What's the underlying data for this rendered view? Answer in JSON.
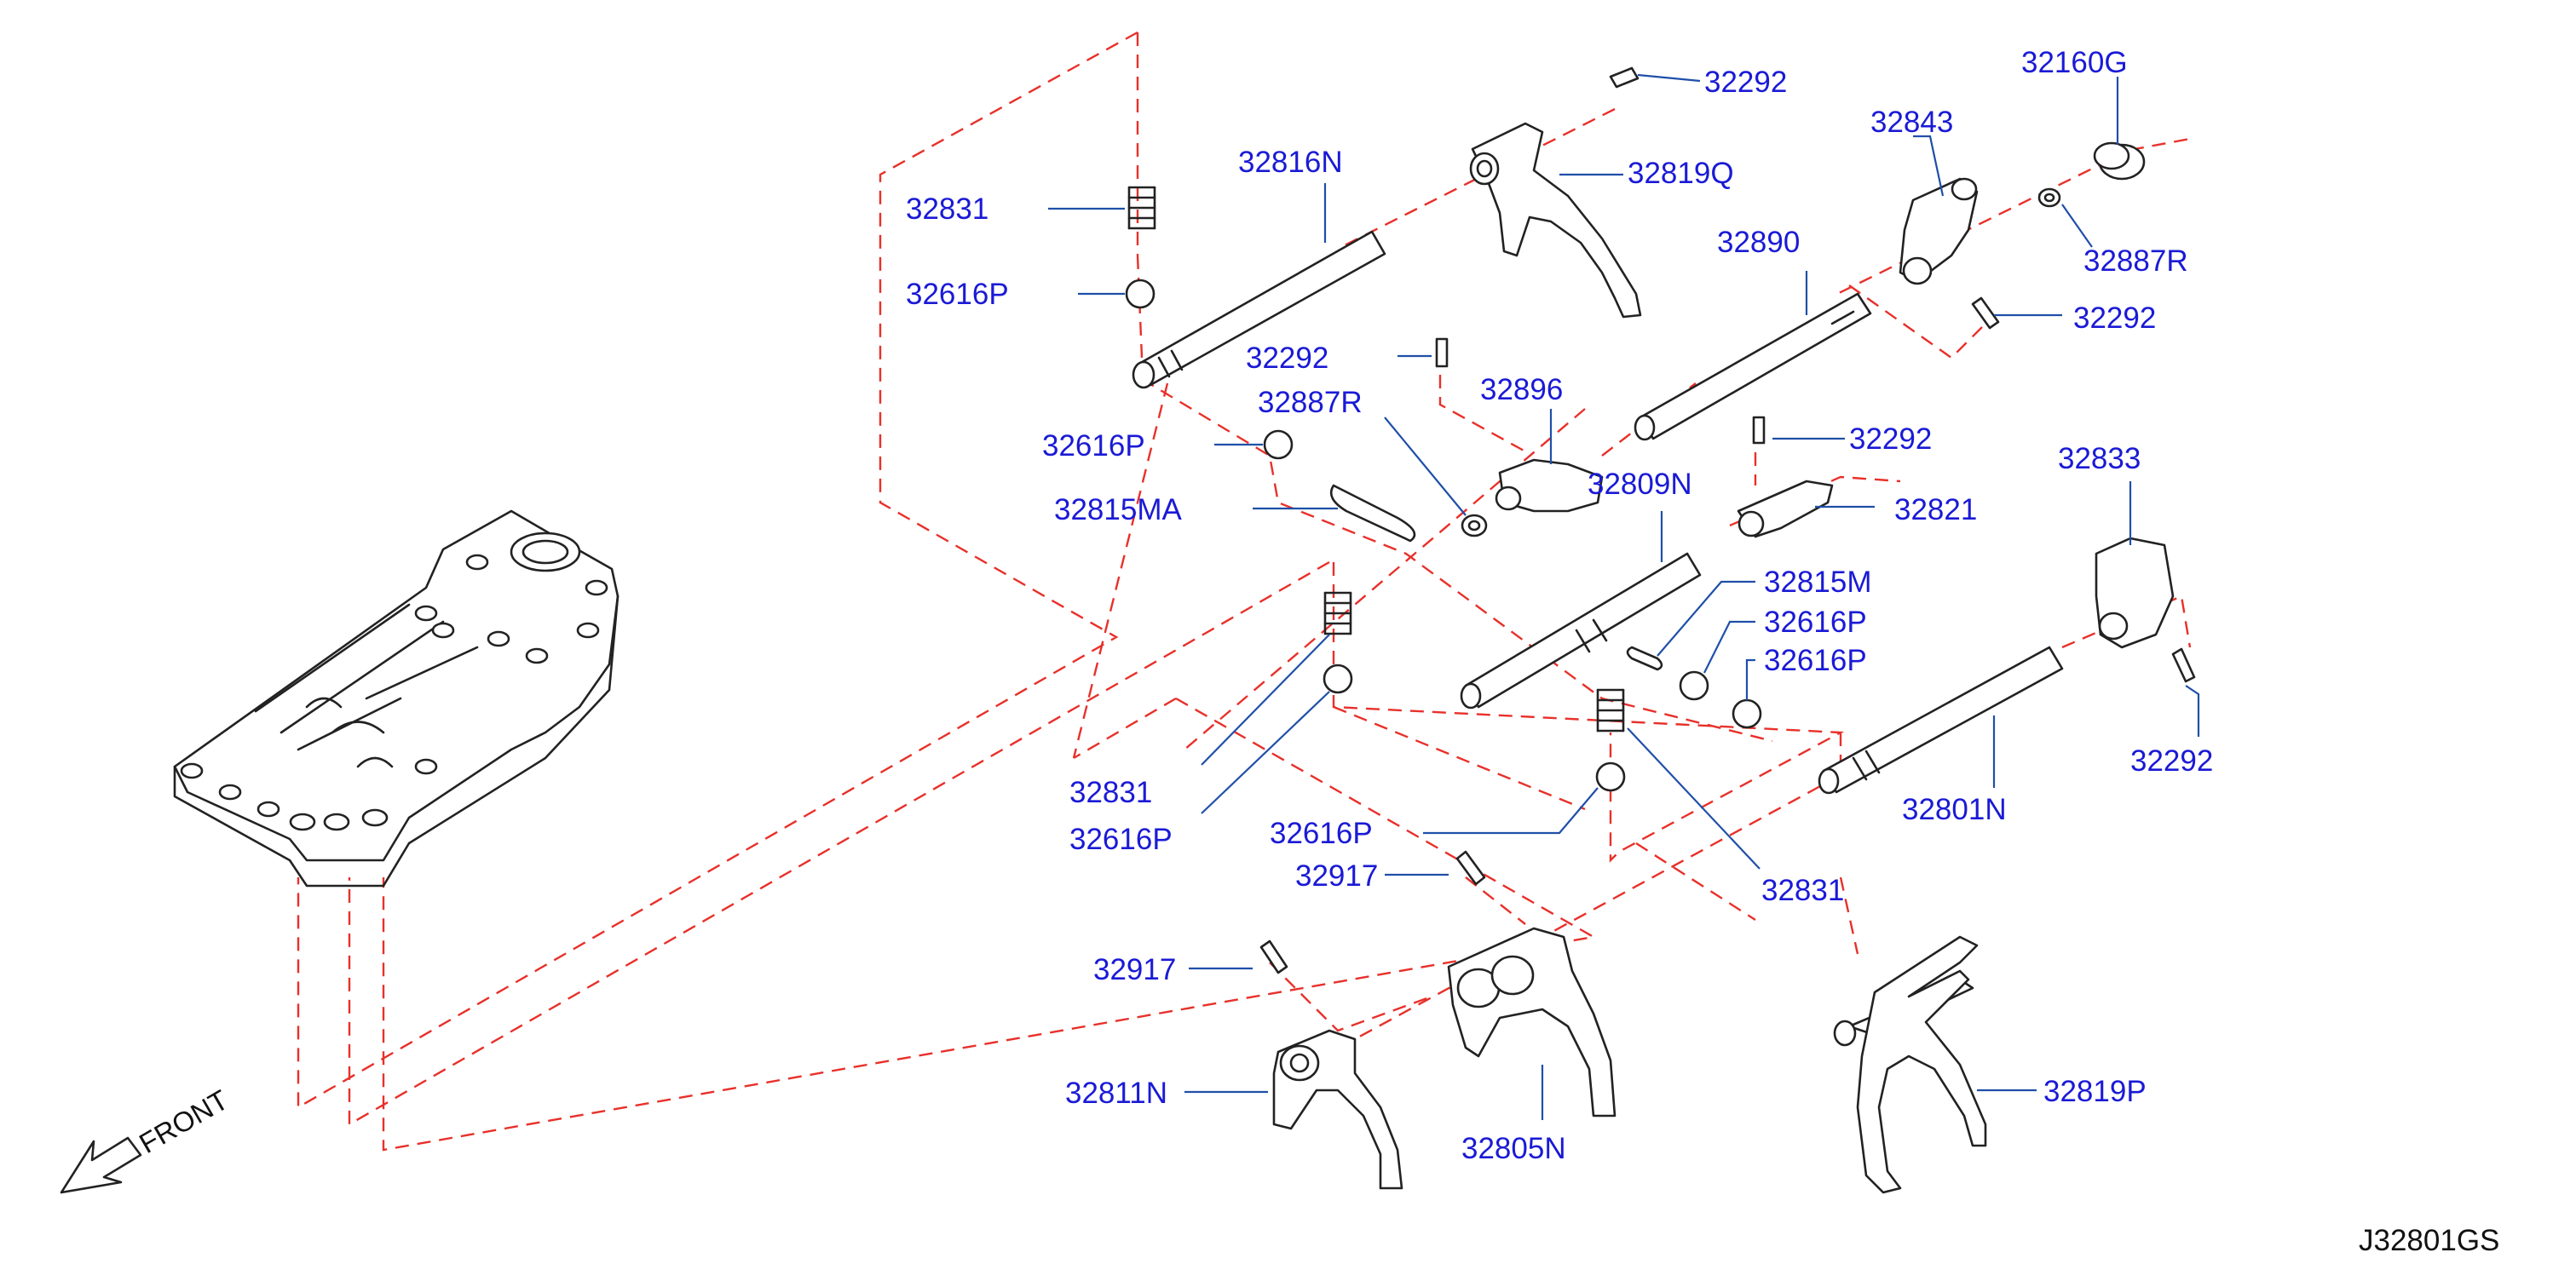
{
  "colors": {
    "label": "#1a1ad6",
    "leader": "#1f4fa8",
    "dashed_line": "#e8302a",
    "outline": "#222222"
  },
  "labels": {
    "p32292_a": "32292",
    "p32160G": "32160G",
    "p32843": "32843",
    "p32816N": "32816N",
    "p32819Q": "32819Q",
    "p32831_a": "32831",
    "p32887R_a": "32887R",
    "p32890": "32890",
    "p32616P_a": "32616P",
    "p32292_b": "32292",
    "p32292_c": "32292",
    "p32896": "32896",
    "p32887R_b": "32887R",
    "p32292_d": "32292",
    "p32616P_b": "32616P",
    "p32833": "32833",
    "p32809N": "32809N",
    "p32821": "32821",
    "p32815MA": "32815MA",
    "p32815M": "32815M",
    "p32616P_c": "32616P",
    "p32616P_d": "32616P",
    "p32292_e": "32292",
    "p32831_b": "32831",
    "p32616P_e": "32616P",
    "p32801N": "32801N",
    "p32616P_f": "32616P",
    "p32917_a": "32917",
    "p32831_c": "32831",
    "p32917_b": "32917",
    "p32811N": "32811N",
    "p32819P": "32819P",
    "p32805N": "32805N"
  },
  "front_label": "FRONT",
  "reference_code": "J32801GS"
}
